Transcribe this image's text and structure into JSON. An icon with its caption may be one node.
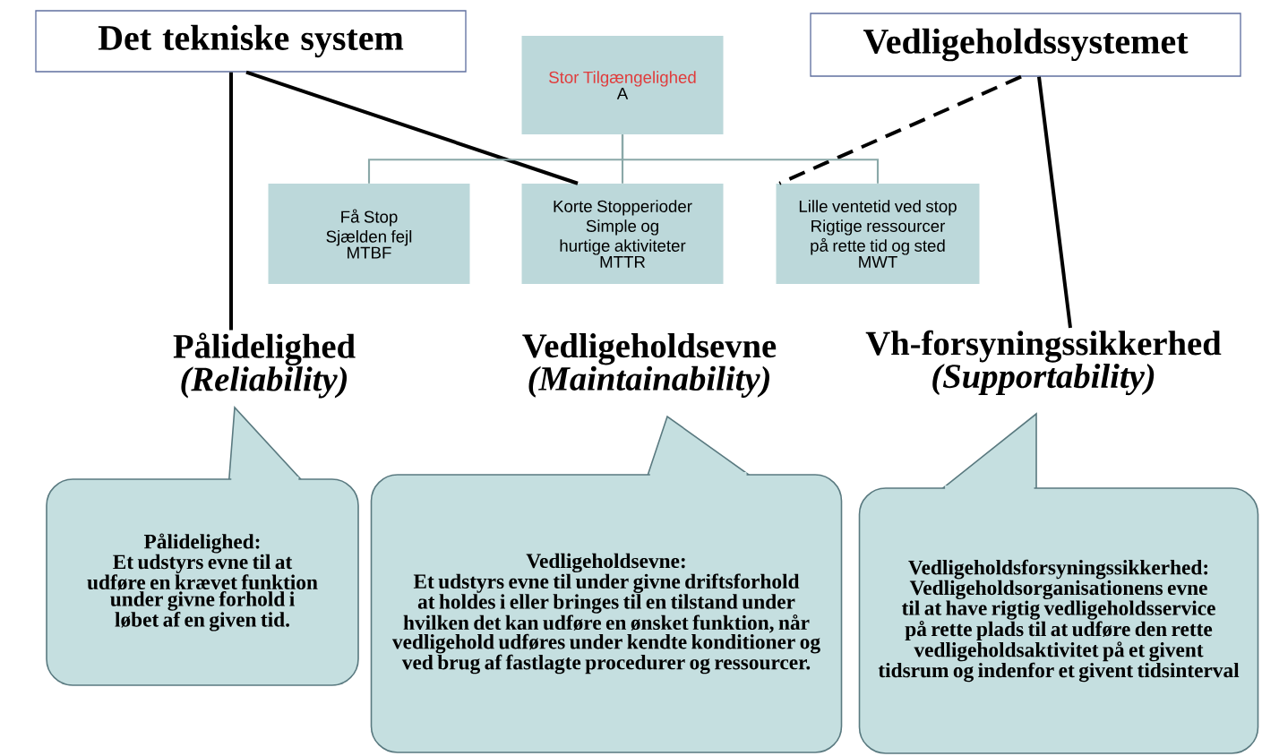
{
  "diagram": {
    "nodes": [
      {
        "text": [
          "Det tekniske system"
        ]
      },
      {
        "text": [
          "Vedligeholdssystemet"
        ]
      },
      {
        "text": [
          "Stor Tilgængelighed",
          "A"
        ]
      },
      {
        "text": [
          "Få Stop",
          "Sjælden fejl",
          "MTBF"
        ]
      },
      {
        "text": [
          "Korte Stopperioder",
          "Simple og hurtige aktiviteter",
          "MTTR"
        ]
      },
      {
        "text": [
          "Lille ventetid ved stop",
          "Rigtige ressourcer på rette tid og sted",
          "MWT"
        ]
      },
      {
        "text": [
          "Pålidelighed",
          "(Reliability)"
        ]
      },
      {
        "text": [
          "Vedligeholdsevne",
          "(Maintainability)"
        ]
      },
      {
        "text": [
          "Vh-forsyningssikkerhed",
          "(Supportability)"
        ]
      },
      {
        "text": [
          "Pålidelighed:",
          "Et udstyrs evne til at udføre en krævet funktion under givne forhold i løbet af en given tid."
        ]
      },
      {
        "text": [
          "Vedligeholdsevne:",
          "Et udstyrs evne til under givne driftsforhold at holdes i eller bringes til en tilstand under hvilken det kan udføre en ønsket funktion, når vedligehold udføres under kendte konditioner og ved brug af fastlagte procedurer og ressourcer."
        ]
      },
      {
        "text": [
          "Vedligeholdsforsyningssikkerhed:",
          "Vedligeholdsorganisationens evne til at have rigtig vedligeholdsservice på rette plads til at udføre den rette vedligeholdsaktivitet på et givent tidsrum og indenfor et givent tidsinterval"
        ]
      }
    ],
    "edges": [
      {
        "from": 0,
        "to": 6,
        "arrow": "none"
      },
      {
        "from": 0,
        "to": 4,
        "arrow": "none"
      },
      {
        "from": 1,
        "to": 5,
        "arrow": "none",
        "style": "dashed"
      },
      {
        "from": 1,
        "to": 8,
        "arrow": "none"
      },
      {
        "from": 2,
        "to": 3,
        "arrow": "none",
        "color": "#8aa8a8"
      },
      {
        "from": 2,
        "to": 4,
        "arrow": "none",
        "color": "#8aa8a8"
      },
      {
        "from": 2,
        "to": 5,
        "arrow": "none",
        "color": "#8aa8a8"
      }
    ]
  }
}
